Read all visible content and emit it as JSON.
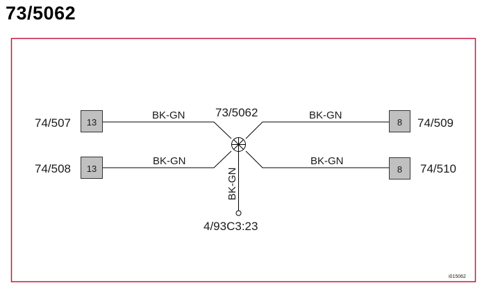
{
  "page": {
    "title": "73/5062",
    "image_code": "i015062"
  },
  "diagram": {
    "splice": {
      "id": "73/5062"
    },
    "connectors": {
      "top_left": {
        "id": "74/507",
        "pin": "13"
      },
      "bottom_left": {
        "id": "74/508",
        "pin": "13"
      },
      "top_right": {
        "id": "74/509",
        "pin": "8"
      },
      "bottom_right": {
        "id": "74/510",
        "pin": "8"
      }
    },
    "wires": {
      "top_left": "BK-GN",
      "bottom_left": "BK-GN",
      "top_right": "BK-GN",
      "bottom_right": "BK-GN",
      "down": "BK-GN"
    },
    "ground_point": "4/93C3:23"
  },
  "colors": {
    "frame": "#c8143c",
    "connector_fill": "#c0c0c0",
    "connector_stroke": "#333333",
    "wire": "#000000"
  }
}
